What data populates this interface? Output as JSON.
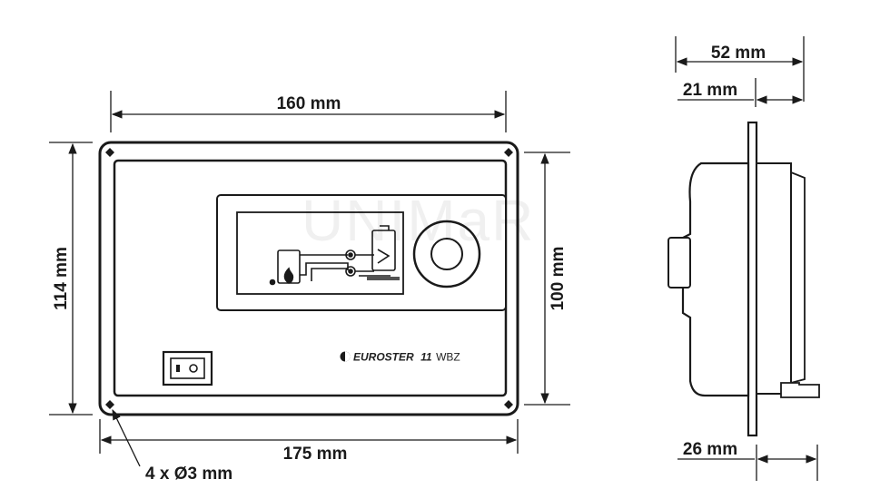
{
  "front_view": {
    "dims": {
      "width_inner": "160 mm",
      "width_outer": "175 mm",
      "height_outer": "114 mm",
      "height_inner": "100 mm",
      "holes": "4 x Ø3 mm"
    },
    "brand": {
      "name": "EUROSTER",
      "model_number": "11",
      "model_suffix": "WBZ"
    },
    "watermark": "UNIMaR"
  },
  "side_view": {
    "dims": {
      "depth_total": "52 mm",
      "depth_front": "21 mm",
      "depth_back": "26 mm"
    }
  }
}
